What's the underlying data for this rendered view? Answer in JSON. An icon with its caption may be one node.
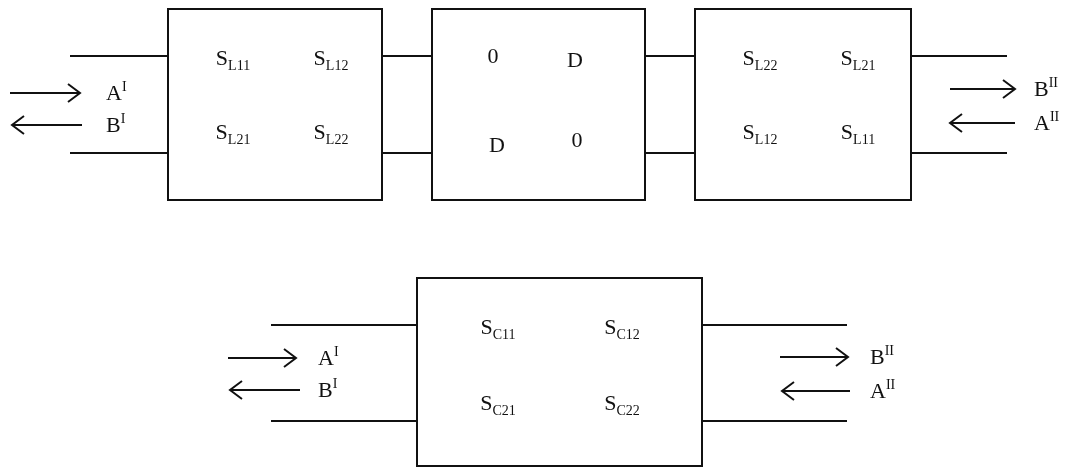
{
  "diagram": {
    "nodes": [
      {
        "text": [
          "S$_{L11}$",
          "S$_{L12}$",
          "S$_{L21}$",
          "S$_{L22}$"
        ]
      },
      {
        "text": [
          "0",
          "D",
          "D",
          "0"
        ]
      },
      {
        "text": [
          "S$_{L22}$",
          "S$_{L21}$",
          "S$_{L12}$",
          "S$_{L11}$"
        ]
      },
      {
        "text": [
          "S$_{C11}$",
          "S$_{C12}$",
          "S$_{C21}$",
          "S$_{C22}$"
        ]
      }
    ],
    "edges": [
      {
        "from": 0,
        "to": 1,
        "arrow": "none"
      },
      {
        "from": 0,
        "to": 1,
        "arrow": "none"
      },
      {
        "from": 1,
        "to": 2,
        "arrow": "none"
      },
      {
        "from": 1,
        "to": 2,
        "arrow": "none"
      },
      {
        "from": null,
        "to": 0,
        "arrow": "none"
      },
      {
        "from": null,
        "to": 0,
        "arrow": "none"
      },
      {
        "from": 2,
        "to": null,
        "arrow": "none"
      },
      {
        "from": 2,
        "to": null,
        "arrow": "none"
      },
      {
        "from": null,
        "to": 3,
        "arrow": "none"
      },
      {
        "from": null,
        "to": 3,
        "arrow": "none"
      },
      {
        "from": 3,
        "to": null,
        "arrow": "none"
      },
      {
        "from": 3,
        "to": null,
        "arrow": "none"
      }
    ],
    "labels": [
      "A$^{I}$",
      "B$^{I}$",
      "B$^{II}$",
      "A$^{II}$",
      "A$^{I}$",
      "B$^{I}$",
      "B$^{II}$",
      "A$^{II}$"
    ]
  }
}
